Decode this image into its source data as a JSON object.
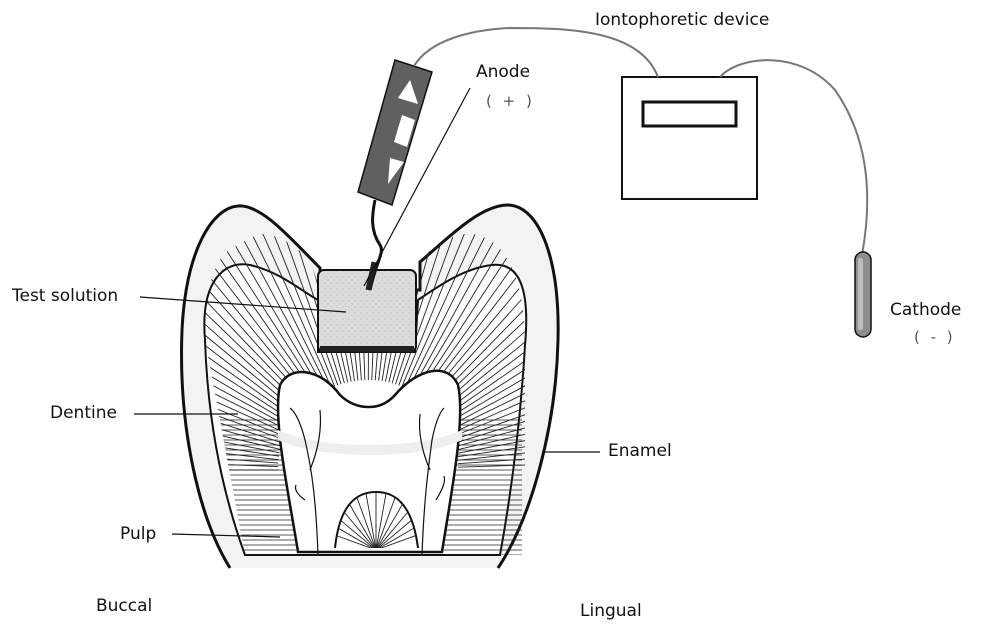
{
  "labels": {
    "device": "Iontophoretic device",
    "anode": "Anode",
    "anode_sign": "( + )",
    "cathode": "Cathode",
    "cathode_sign": "( - )",
    "test_solution": "Test solution",
    "dentine": "Dentine",
    "enamel": "Enamel",
    "pulp": "Pulp",
    "buccal": "Buccal",
    "lingual": "Lingual"
  },
  "colors": {
    "line": "#111111",
    "wire": "#777777",
    "probe": "#5e5e5e",
    "solution": "#d9d9d9",
    "enamel_shade": "#eeeeee"
  }
}
